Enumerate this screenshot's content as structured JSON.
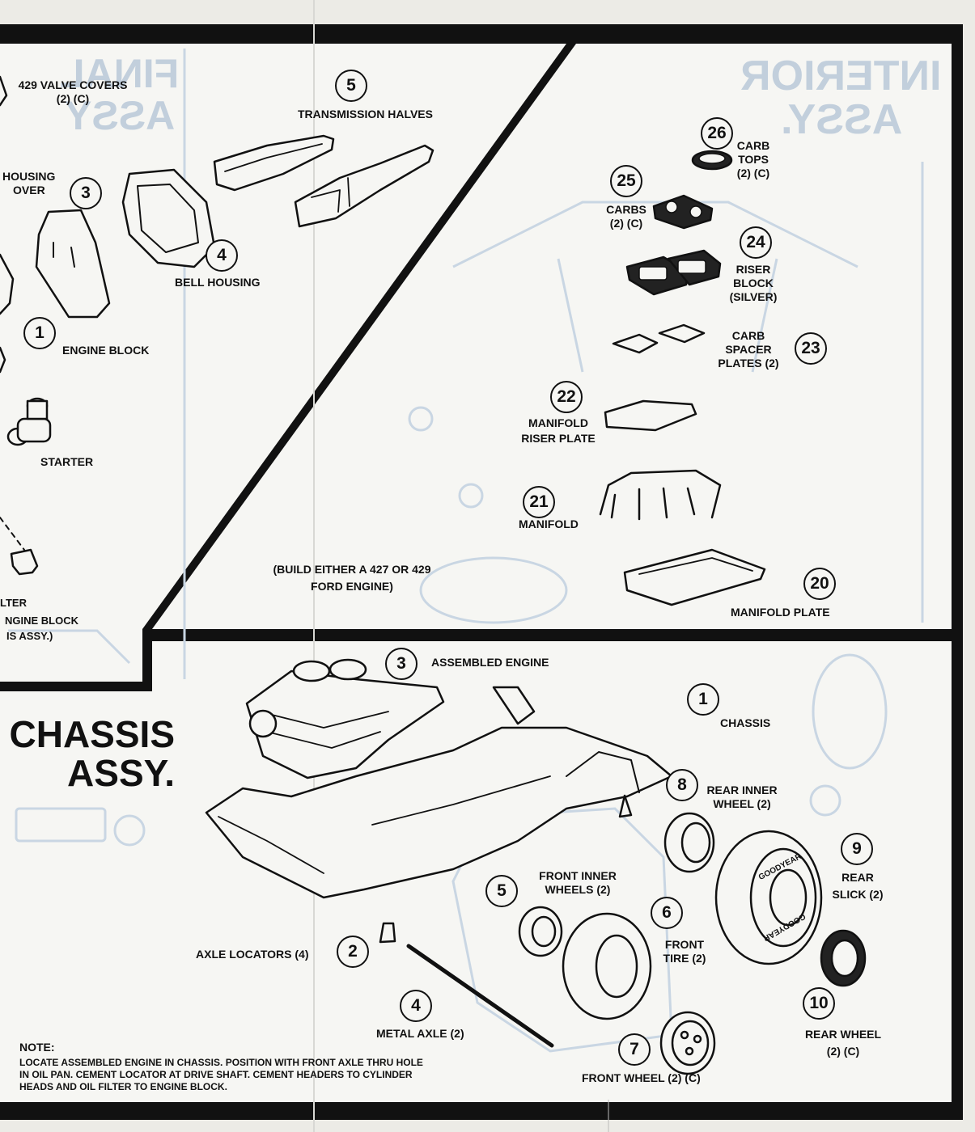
{
  "top_left": {
    "ghost_title_line1": "FINAL",
    "ghost_title_line2": "ASSY",
    "parts": {
      "valve_covers": {
        "label_line1": "429 VALVE COVERS",
        "label_line2": "(2) (C)"
      },
      "housing_cover": {
        "label_line1": "HOUSING",
        "label_line2": "OVER",
        "number": "3"
      },
      "transmission": {
        "number": "5",
        "label": "TRANSMISSION HALVES"
      },
      "bell_housing": {
        "number": "4",
        "label": "BELL HOUSING"
      },
      "engine_block": {
        "number": "1",
        "label": "ENGINE BLOCK"
      },
      "starter": {
        "label": "STARTER"
      },
      "oil_filter": {
        "label_line1": "LTER",
        "label_line2": "NGINE BLOCK",
        "label_line3": "IS ASSY.)"
      }
    },
    "build_note_line1": "(BUILD EITHER A 427 OR 429",
    "build_note_line2": "FORD ENGINE)"
  },
  "top_right": {
    "ghost_title_line1": "INTERIOR",
    "ghost_title_line2": "ASSY.",
    "parts": {
      "carb_tops": {
        "number": "26",
        "label_line1": "CARB",
        "label_line2": "TOPS",
        "label_line3": "(2) (C)"
      },
      "carbs": {
        "number": "25",
        "label_line1": "CARBS",
        "label_line2": "(2) (C)"
      },
      "riser_block": {
        "number": "24",
        "label_line1": "RISER",
        "label_line2": "BLOCK",
        "label_line3": "(SILVER)"
      },
      "carb_spacer": {
        "number": "23",
        "label_line1": "CARB",
        "label_line2": "SPACER",
        "label_line3": "PLATES (2)"
      },
      "manifold_riser": {
        "number": "22",
        "label_line1": "MANIFOLD",
        "label_line2": "RISER PLATE"
      },
      "manifold": {
        "number": "21",
        "label": "MANIFOLD"
      },
      "manifold_plate": {
        "number": "20",
        "label": "MANIFOLD PLATE"
      }
    }
  },
  "bottom": {
    "title_line1": "CHASSIS",
    "title_line2": "ASSY.",
    "parts": {
      "assembled_engine": {
        "number": "3",
        "label": "ASSEMBLED ENGINE"
      },
      "chassis": {
        "number": "1",
        "label": "CHASSIS"
      },
      "rear_inner_wheel": {
        "number": "8",
        "label_line1": "REAR INNER",
        "label_line2": "WHEEL (2)"
      },
      "rear_slick": {
        "number": "9",
        "label_line1": "REAR",
        "label_line2": "SLICK (2)"
      },
      "front_inner_wheels": {
        "number": "5",
        "label_line1": "FRONT INNER",
        "label_line2": "WHEELS (2)"
      },
      "front_tire": {
        "number": "6",
        "label_line1": "FRONT",
        "label_line2": "TIRE (2)"
      },
      "axle_locators": {
        "number": "2",
        "label": "AXLE LOCATORS (4)"
      },
      "metal_axle": {
        "number": "4",
        "label": "METAL AXLE (2)"
      },
      "front_wheel": {
        "number": "7",
        "label": "FRONT WHEEL (2) (C)"
      },
      "rear_wheel": {
        "number": "10",
        "label_line1": "REAR WHEEL",
        "label_line2": "(2)   (C)"
      }
    },
    "tire_brand": "GOODYEAR",
    "note_title": "NOTE:",
    "note_line1": "LOCATE ASSEMBLED ENGINE IN CHASSIS. POSITION WITH FRONT AXLE THRU HOLE",
    "note_line2": "IN OIL PAN. CEMENT LOCATOR AT DRIVE SHAFT. CEMENT HEADERS TO CYLINDER",
    "note_line3": "HEADS AND OIL FILTER TO ENGINE BLOCK."
  },
  "colors": {
    "ink": "#111111",
    "paper": "#f6f6f3",
    "ghost": "#c2cfdc",
    "background": "#ecebe6"
  }
}
